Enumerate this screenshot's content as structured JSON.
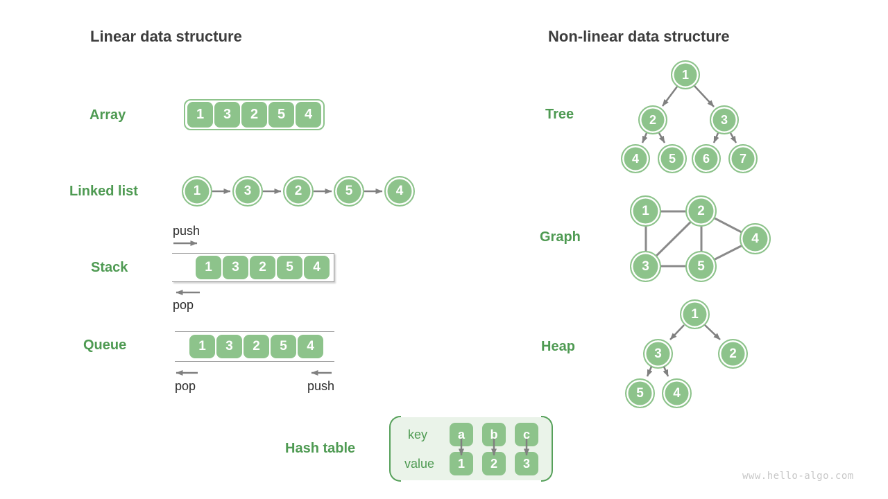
{
  "titles": {
    "linear": "Linear data structure",
    "nonlinear": "Non-linear data structure"
  },
  "colors": {
    "node_green": "#8dc38b",
    "label_green": "#4e9a52",
    "bracket_green": "#56a05a",
    "hash_bg": "#eaf3e9",
    "arrow_gray": "#808080",
    "container_gray": "#9b9b9b",
    "title_gray": "#3d3d3d",
    "watermark_gray": "#c7c7c7"
  },
  "array": {
    "label": "Array",
    "values": [
      "1",
      "3",
      "2",
      "5",
      "4"
    ]
  },
  "linked_list": {
    "label": "Linked list",
    "values": [
      "1",
      "3",
      "2",
      "5",
      "4"
    ]
  },
  "stack": {
    "label": "Stack",
    "values": [
      "1",
      "3",
      "2",
      "5",
      "4"
    ],
    "push_label": "push",
    "pop_label": "pop"
  },
  "queue": {
    "label": "Queue",
    "values": [
      "1",
      "3",
      "2",
      "5",
      "4"
    ],
    "pop_label": "pop",
    "push_label": "push"
  },
  "hash_table": {
    "label": "Hash table",
    "key_label": "key",
    "value_label": "value",
    "pairs": [
      {
        "key": "a",
        "value": "1"
      },
      {
        "key": "b",
        "value": "2"
      },
      {
        "key": "c",
        "value": "3"
      }
    ]
  },
  "tree": {
    "label": "Tree",
    "nodes": [
      "1",
      "2",
      "3",
      "4",
      "5",
      "6",
      "7"
    ],
    "edges": [
      [
        "1",
        "2"
      ],
      [
        "1",
        "3"
      ],
      [
        "2",
        "4"
      ],
      [
        "2",
        "5"
      ],
      [
        "3",
        "6"
      ],
      [
        "3",
        "7"
      ]
    ]
  },
  "graph": {
    "label": "Graph",
    "nodes": [
      "1",
      "2",
      "3",
      "5",
      "4"
    ],
    "edges": [
      [
        "1",
        "2"
      ],
      [
        "1",
        "3"
      ],
      [
        "2",
        "3"
      ],
      [
        "2",
        "5"
      ],
      [
        "2",
        "4"
      ],
      [
        "3",
        "5"
      ],
      [
        "5",
        "4"
      ]
    ]
  },
  "heap": {
    "label": "Heap",
    "nodes": [
      "1",
      "3",
      "2",
      "5",
      "4"
    ],
    "edges": [
      [
        "1",
        "3"
      ],
      [
        "1",
        "2"
      ],
      [
        "3",
        "5"
      ],
      [
        "3",
        "4"
      ]
    ]
  },
  "watermark": {
    "text": "www.hello-algo.com"
  }
}
